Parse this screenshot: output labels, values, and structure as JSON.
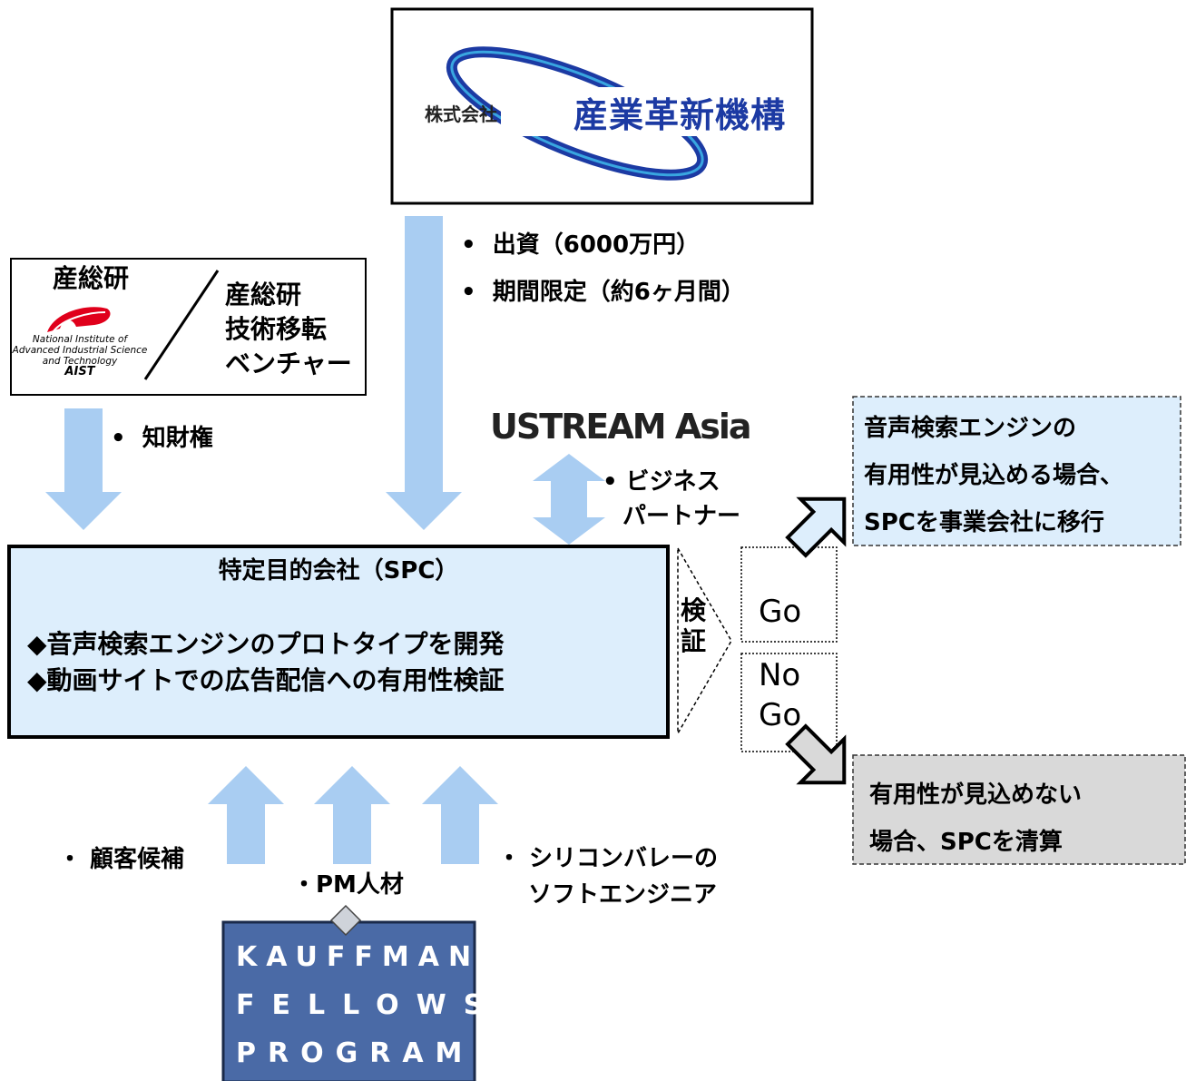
{
  "investor": {
    "prefix": "株式会社",
    "name": "産業革新機構",
    "terms": [
      "出資（6000万円）",
      "期間限定（約6ヶ月間）"
    ]
  },
  "aist": {
    "title": "産総研",
    "logo_lines": [
      "National Institute of",
      "Advanced Industrial Science",
      "and Technology",
      "AIST"
    ],
    "venture": [
      "産総研",
      "技術移転",
      "ベンチャー"
    ],
    "contribution": "知財権"
  },
  "partner": {
    "logo": "USTREAM Asia",
    "role": [
      "ビジネス",
      "パートナー"
    ]
  },
  "spc": {
    "title": "特定目的会社（SPC）",
    "items": [
      "◆音声検索エンジンのプロトタイプを開発",
      "◆動画サイトでの広告配信への有用性検証"
    ]
  },
  "verification": {
    "label": [
      "検",
      "証"
    ],
    "go": "Go",
    "nogo": [
      "No",
      "Go"
    ]
  },
  "outcome_go": [
    "音声検索エンジンの",
    "有用性が見込める場合、",
    "SPCを事業会社に移行"
  ],
  "outcome_nogo": [
    "有用性が見込めない",
    "場合、SPCを清算"
  ],
  "inputs": {
    "customers": "・ 顧客候補",
    "pm": "・PM人材",
    "engineers": [
      "・ シリコンバレーの",
      "ソフトエンジニア"
    ]
  },
  "kauffman": [
    "KAUFFMAN",
    "FELLOWS",
    "PROGRAM"
  ],
  "colors": {
    "arrow": "#a9cdf2",
    "spc_fill": "#ddeefc",
    "go_fill": "#ddeefc",
    "nogo_fill": "#d9d9d9",
    "kauffman_fill": "#4a6aa6",
    "logo_blue": "#1c3aa3"
  }
}
